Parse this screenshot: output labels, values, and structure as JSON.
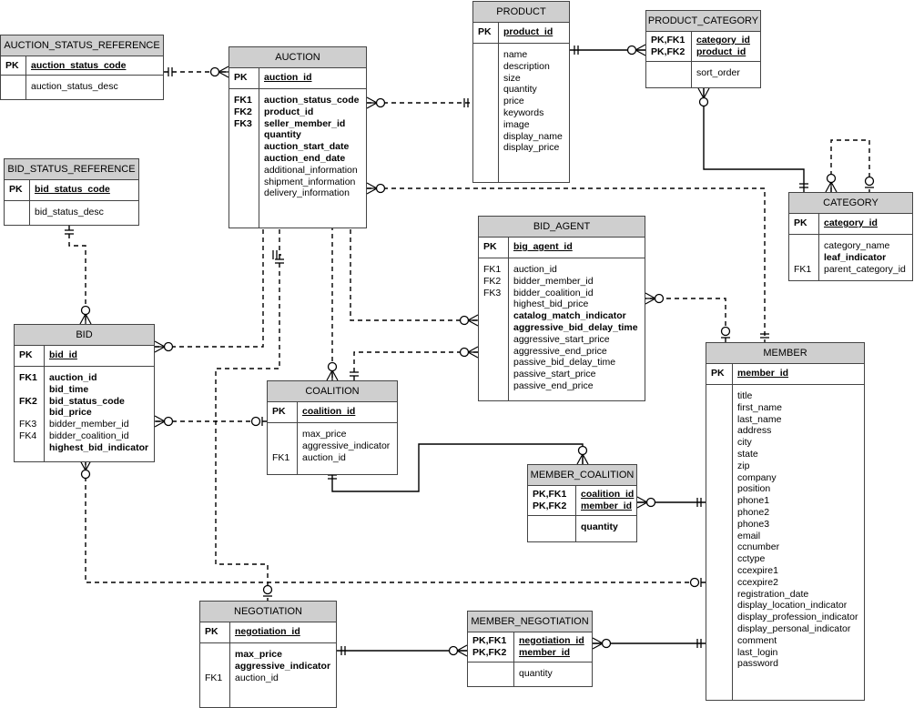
{
  "entities": [
    {
      "id": "auction_status_reference",
      "title": "AUCTION_STATUS_REFERENCE",
      "pk": [
        {
          "key": "PK",
          "name": "auction_status_code"
        }
      ],
      "attrs": [
        {
          "key": "",
          "name": "auction_status_desc",
          "bold": false
        }
      ]
    },
    {
      "id": "auction",
      "title": "AUCTION",
      "pk": [
        {
          "key": "PK",
          "name": "auction_id"
        }
      ],
      "attrs": [
        {
          "key": "FK1",
          "name": "auction_status_code",
          "bold": true
        },
        {
          "key": "FK2",
          "name": "product_id",
          "bold": true
        },
        {
          "key": "FK3",
          "name": "seller_member_id",
          "bold": true
        },
        {
          "key": "",
          "name": "quantity",
          "bold": true
        },
        {
          "key": "",
          "name": "auction_start_date",
          "bold": true
        },
        {
          "key": "",
          "name": "auction_end_date",
          "bold": true
        },
        {
          "key": "",
          "name": "additional_information",
          "bold": false
        },
        {
          "key": "",
          "name": "shipment_information",
          "bold": false
        },
        {
          "key": "",
          "name": "delivery_information",
          "bold": false
        }
      ]
    },
    {
      "id": "product",
      "title": "PRODUCT",
      "pk": [
        {
          "key": "PK",
          "name": "product_id"
        }
      ],
      "attrs": [
        {
          "key": "",
          "name": "name",
          "bold": false
        },
        {
          "key": "",
          "name": "description",
          "bold": false
        },
        {
          "key": "",
          "name": "size",
          "bold": false
        },
        {
          "key": "",
          "name": "quantity",
          "bold": false
        },
        {
          "key": "",
          "name": "price",
          "bold": false
        },
        {
          "key": "",
          "name": "keywords",
          "bold": false
        },
        {
          "key": "",
          "name": "image",
          "bold": false
        },
        {
          "key": "",
          "name": "display_name",
          "bold": false
        },
        {
          "key": "",
          "name": "display_price",
          "bold": false
        }
      ]
    },
    {
      "id": "product_category",
      "title": "PRODUCT_CATEGORY",
      "pk": [
        {
          "key": "PK,FK1",
          "name": "category_id"
        },
        {
          "key": "PK,FK2",
          "name": "product_id"
        }
      ],
      "attrs": [
        {
          "key": "",
          "name": "sort_order",
          "bold": false
        }
      ]
    },
    {
      "id": "category",
      "title": "CATEGORY",
      "pk": [
        {
          "key": "PK",
          "name": "category_id"
        }
      ],
      "attrs": [
        {
          "key": "",
          "name": "category_name",
          "bold": false
        },
        {
          "key": "",
          "name": "leaf_indicator",
          "bold": true
        },
        {
          "key": "FK1",
          "name": "parent_category_id",
          "bold": false
        }
      ]
    },
    {
      "id": "bid_status_reference",
      "title": "BID_STATUS_REFERENCE",
      "pk": [
        {
          "key": "PK",
          "name": "bid_status_code"
        }
      ],
      "attrs": [
        {
          "key": "",
          "name": "bid_status_desc",
          "bold": false
        }
      ]
    },
    {
      "id": "bid_agent",
      "title": "BID_AGENT",
      "pk": [
        {
          "key": "PK",
          "name": "big_agent_id"
        }
      ],
      "attrs": [
        {
          "key": "FK1",
          "name": "auction_id",
          "bold": false
        },
        {
          "key": "FK2",
          "name": "bidder_member_id",
          "bold": false
        },
        {
          "key": "FK3",
          "name": "bidder_coalition_id",
          "bold": false
        },
        {
          "key": "",
          "name": "highest_bid_price",
          "bold": false
        },
        {
          "key": "",
          "name": "catalog_match_indicator",
          "bold": true
        },
        {
          "key": "",
          "name": "aggressive_bid_delay_time",
          "bold": true
        },
        {
          "key": "",
          "name": "aggressive_start_price",
          "bold": false
        },
        {
          "key": "",
          "name": "aggressive_end_price",
          "bold": false
        },
        {
          "key": "",
          "name": "passive_bid_delay_time",
          "bold": false
        },
        {
          "key": "",
          "name": "passive_start_price",
          "bold": false
        },
        {
          "key": "",
          "name": "passive_end_price",
          "bold": false
        }
      ]
    },
    {
      "id": "bid",
      "title": "BID",
      "pk": [
        {
          "key": "PK",
          "name": "bid_id"
        }
      ],
      "attrs": [
        {
          "key": "FK1",
          "name": "auction_id",
          "bold": true
        },
        {
          "key": "",
          "name": "bid_time",
          "bold": true
        },
        {
          "key": "FK2",
          "name": "bid_status_code",
          "bold": true
        },
        {
          "key": "",
          "name": "bid_price",
          "bold": true
        },
        {
          "key": "FK3",
          "name": "bidder_member_id",
          "bold": false
        },
        {
          "key": "FK4",
          "name": "bidder_coalition_id",
          "bold": false
        },
        {
          "key": "",
          "name": "highest_bid_indicator",
          "bold": true
        }
      ]
    },
    {
      "id": "coalition",
      "title": "COALITION",
      "pk": [
        {
          "key": "PK",
          "name": "coalition_id"
        }
      ],
      "attrs": [
        {
          "key": "",
          "name": "max_price",
          "bold": false
        },
        {
          "key": "",
          "name": "aggressive_indicator",
          "bold": false
        },
        {
          "key": "FK1",
          "name": "auction_id",
          "bold": false
        }
      ]
    },
    {
      "id": "member_coalition",
      "title": "MEMBER_COALITION",
      "pk": [
        {
          "key": "PK,FK1",
          "name": "coalition_id"
        },
        {
          "key": "PK,FK2",
          "name": "member_id"
        }
      ],
      "attrs": [
        {
          "key": "",
          "name": "quantity",
          "bold": true
        }
      ]
    },
    {
      "id": "member",
      "title": "MEMBER",
      "pk": [
        {
          "key": "PK",
          "name": "member_id"
        }
      ],
      "attrs": [
        {
          "key": "",
          "name": "title",
          "bold": false
        },
        {
          "key": "",
          "name": "first_name",
          "bold": false
        },
        {
          "key": "",
          "name": "last_name",
          "bold": false
        },
        {
          "key": "",
          "name": "address",
          "bold": false
        },
        {
          "key": "",
          "name": "city",
          "bold": false
        },
        {
          "key": "",
          "name": "state",
          "bold": false
        },
        {
          "key": "",
          "name": "zip",
          "bold": false
        },
        {
          "key": "",
          "name": "company",
          "bold": false
        },
        {
          "key": "",
          "name": "position",
          "bold": false
        },
        {
          "key": "",
          "name": "phone1",
          "bold": false
        },
        {
          "key": "",
          "name": "phone2",
          "bold": false
        },
        {
          "key": "",
          "name": "phone3",
          "bold": false
        },
        {
          "key": "",
          "name": "email",
          "bold": false
        },
        {
          "key": "",
          "name": "ccnumber",
          "bold": false
        },
        {
          "key": "",
          "name": "cctype",
          "bold": false
        },
        {
          "key": "",
          "name": "ccexpire1",
          "bold": false
        },
        {
          "key": "",
          "name": "ccexpire2",
          "bold": false
        },
        {
          "key": "",
          "name": "registration_date",
          "bold": false
        },
        {
          "key": "",
          "name": "display_location_indicator",
          "bold": false
        },
        {
          "key": "",
          "name": "display_profession_indicator",
          "bold": false
        },
        {
          "key": "",
          "name": "display_personal_indicator",
          "bold": false
        },
        {
          "key": "",
          "name": "comment",
          "bold": false
        },
        {
          "key": "",
          "name": "last_login",
          "bold": false
        },
        {
          "key": "",
          "name": "password",
          "bold": false
        }
      ]
    },
    {
      "id": "negotiation",
      "title": "NEGOTIATION",
      "pk": [
        {
          "key": "PK",
          "name": "negotiation_id"
        }
      ],
      "attrs": [
        {
          "key": "",
          "name": "max_price",
          "bold": true
        },
        {
          "key": "",
          "name": "aggressive_indicator",
          "bold": true
        },
        {
          "key": "FK1",
          "name": "auction_id",
          "bold": false
        }
      ]
    },
    {
      "id": "member_negotiation",
      "title": "MEMBER_NEGOTIATION",
      "pk": [
        {
          "key": "PK,FK1",
          "name": "negotiation_id"
        },
        {
          "key": "PK,FK2",
          "name": "member_id"
        }
      ],
      "attrs": [
        {
          "key": "",
          "name": "quantity",
          "bold": false
        }
      ]
    }
  ]
}
